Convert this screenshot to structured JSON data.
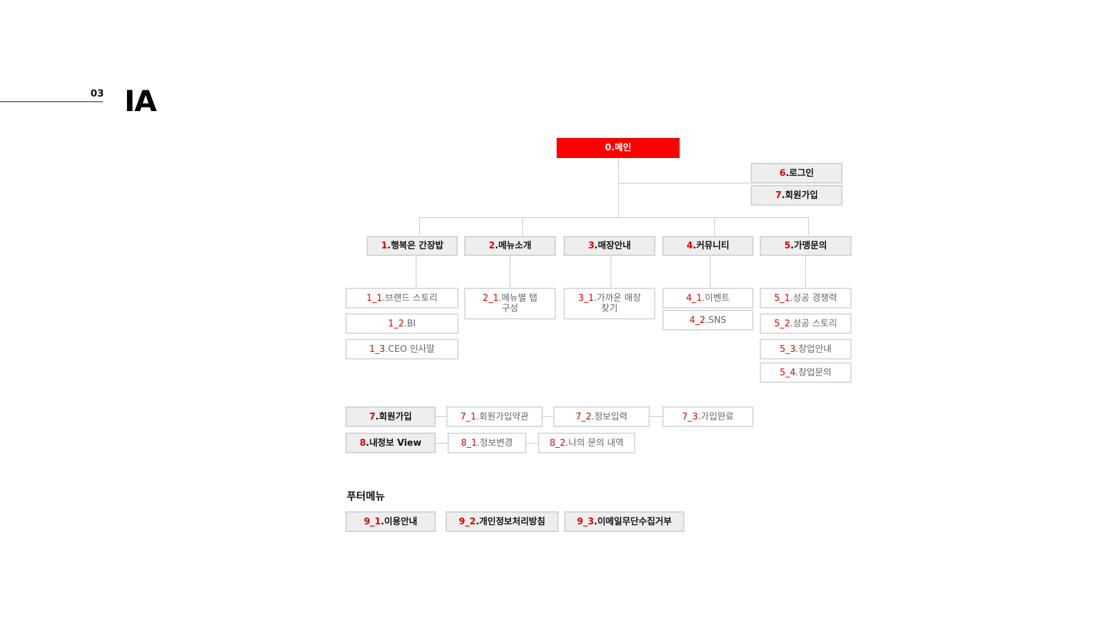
{
  "section": {
    "number": "03",
    "title": "IA"
  },
  "main": {
    "num": "0",
    "label": ".메인"
  },
  "top_right": [
    {
      "num": "6",
      "label": ".로그인"
    },
    {
      "num": "7",
      "label": ".회원가입"
    }
  ],
  "categories": [
    {
      "num": "1",
      "label": ".행복은 간장밥",
      "children": [
        {
          "num": "1_1",
          "label": ".브랜드 스토리"
        },
        {
          "num": "1_2",
          "label": ".BI"
        },
        {
          "num": "1_3",
          "label": ".CEO 인사말"
        }
      ]
    },
    {
      "num": "2",
      "label": ".메뉴소개",
      "children": [
        {
          "num": "2_1",
          "label": ".메뉴별 탭구성"
        }
      ]
    },
    {
      "num": "3",
      "label": ".매장안내",
      "children": [
        {
          "num": "3_1",
          "label": ".가까운 매장 찾기"
        }
      ]
    },
    {
      "num": "4",
      "label": ".커뮤니티",
      "children": [
        {
          "num": "4_1",
          "label": ".이벤트"
        },
        {
          "num": "4_2",
          "label": ".SNS"
        }
      ]
    },
    {
      "num": "5",
      "label": ".가맹문의",
      "children": [
        {
          "num": "5_1",
          "label": ".성공 경쟁력"
        },
        {
          "num": "5_2",
          "label": ".성공 스토리"
        },
        {
          "num": "5_3",
          "label": ".창업안내"
        },
        {
          "num": "5_4",
          "label": ".창업문의"
        }
      ]
    }
  ],
  "flows": [
    {
      "head": {
        "num": "7",
        "label": ".회원가입"
      },
      "steps": [
        {
          "num": "7_1",
          "label": ".회원가입약관"
        },
        {
          "num": "7_2",
          "label": ".정보입력"
        },
        {
          "num": "7_3",
          "label": ".가입완료"
        }
      ]
    },
    {
      "head": {
        "num": "8",
        "label": ".내정보 View"
      },
      "steps": [
        {
          "num": "8_1",
          "label": ".정보변경"
        },
        {
          "num": "8_2",
          "label": ".나의 문의 내역"
        }
      ]
    }
  ],
  "footer": {
    "title": "푸터메뉴",
    "items": [
      {
        "num": "9_1",
        "label": ".이용안내"
      },
      {
        "num": "9_2",
        "label": ".개인정보처리방침"
      },
      {
        "num": "9_3",
        "label": ".이메일무단수집거부"
      }
    ]
  },
  "colors": {
    "accent": "#ff0000",
    "number": "#e60000",
    "box_gray": "#eeeeee",
    "line": "#c8c8c8"
  }
}
